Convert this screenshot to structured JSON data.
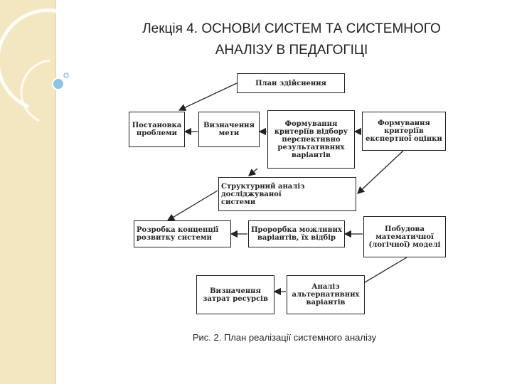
{
  "slide": {
    "title_line1": "Лекція 4. ОСНОВИ СИСТЕМ ТА СИСТЕМНОГО",
    "title_line2": "АНАЛІЗУ В  ПЕДАГОГІЦІ",
    "caption": "Рис. 2. План реалізації системного аналізу"
  },
  "diagram": {
    "plan": "План здійснення",
    "problem": "Постановка\nпроблеми",
    "goal": "Визначення\nмети",
    "criteria_selection": "Формування\nкритеріїв відбору\nперспективно\nрезультативних\nваріантів",
    "expert_criteria": "Формування\nкритеріїв\nекспертної оцінки",
    "structural": "Структурний аналіз досліджуваної\nсистеми",
    "concept": "Розробка концепції\nрозвитку системи",
    "variants": "Пророрбка можливих\nваріантів, їх відбір",
    "model": "Побудова\nматематичної\n(логічної) моделі",
    "costs": "Визначення\nзатрат ресурсів",
    "alternatives": "Аналіз\nальтернативних\nваріантів"
  },
  "colors": {
    "sidebar": "#f3e7c2",
    "accent": "#8fc3e6"
  }
}
